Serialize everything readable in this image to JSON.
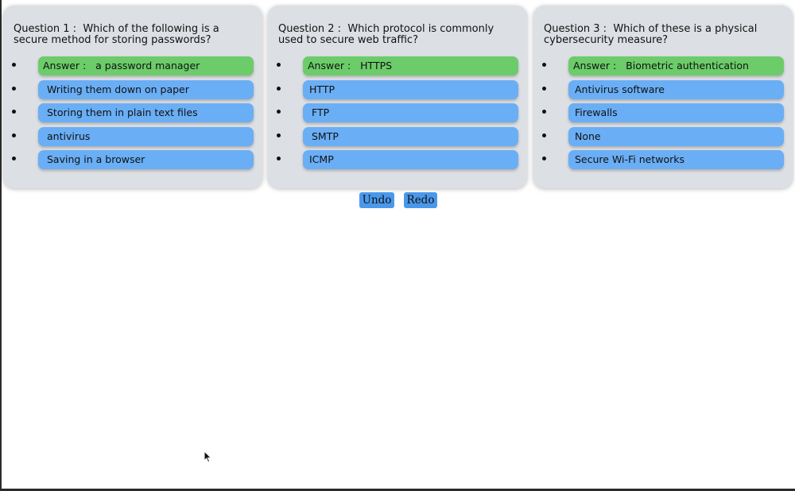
{
  "questions": [
    {
      "number_label": "Question 1 :",
      "text": "Which of the following is a secure method for storing passwords?",
      "answer_prefix": "Answer :",
      "answer": "a password manager",
      "options": [
        "Writing them down on paper",
        "Storing them in plain text files",
        "antivirus",
        "Saving in a browser"
      ]
    },
    {
      "number_label": "Question 2 :",
      "text": "Which protocol is commonly used to secure web traffic?",
      "answer_prefix": "Answer :",
      "answer": "HTTPS",
      "options": [
        "HTTP",
        "FTP",
        "SMTP",
        "ICMP"
      ]
    },
    {
      "number_label": "Question 3 :",
      "text": "Which of these is a physical cybersecurity measure?",
      "answer_prefix": "Answer :",
      "answer": "Biometric authentication",
      "options": [
        "Antivirus software",
        "Firewalls",
        "None",
        "Secure Wi-Fi networks"
      ]
    }
  ],
  "toolbar": {
    "undo_label": "Undo",
    "redo_label": "Redo"
  },
  "colors": {
    "card_bg": "#dcdfe3",
    "option_bg": "#6aaef5",
    "answer_bg": "#6ccc6a",
    "button_bg": "#4a98ec"
  }
}
